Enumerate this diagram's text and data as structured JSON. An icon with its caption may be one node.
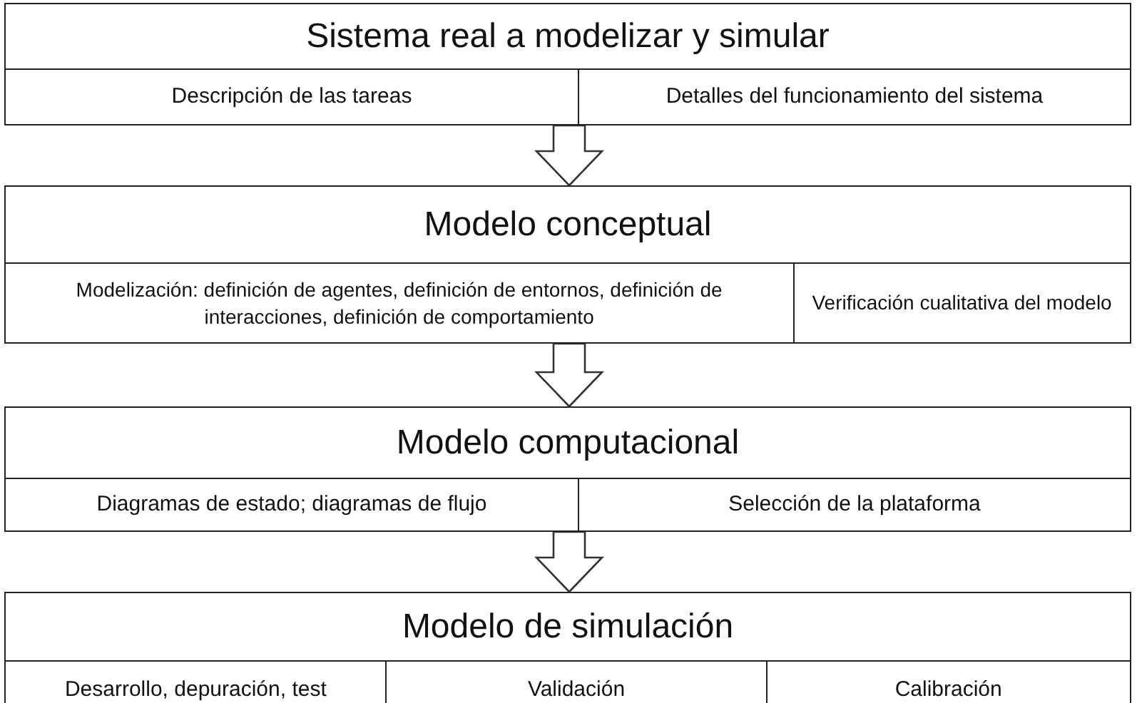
{
  "diagram": {
    "nodes": [
      {
        "text": [
          "Sistema real a modelizar y simular"
        ]
      },
      {
        "text": [
          "Descripción de las tareas"
        ],
        "in": 0
      },
      {
        "text": [
          "Detalles del funcionamiento del sistema"
        ],
        "in": 0
      },
      {
        "text": [
          "Modelo conceptual"
        ]
      },
      {
        "text": [
          "Modelización: definición de agentes, definición de entornos, definición de interacciones, definición de comportamiento"
        ],
        "in": 3
      },
      {
        "text": [
          "Verificación cualitativa del modelo"
        ],
        "in": 3
      },
      {
        "text": [
          "Modelo computacional"
        ]
      },
      {
        "text": [
          "Diagramas de estado; diagramas de flujo"
        ],
        "in": 6
      },
      {
        "text": [
          "Selección de la plataforma"
        ],
        "in": 6
      },
      {
        "text": [
          "Modelo de simulación"
        ]
      },
      {
        "text": [
          "Desarrollo, depuración, test"
        ],
        "in": 9
      },
      {
        "text": [
          "Validación"
        ],
        "in": 9
      },
      {
        "text": [
          "Calibración"
        ],
        "in": 9
      }
    ],
    "edges": [
      {
        "from": 0,
        "to": 3,
        "arrow": "to"
      },
      {
        "from": 3,
        "to": 6,
        "arrow": "to"
      },
      {
        "from": 6,
        "to": 9,
        "arrow": "to"
      }
    ]
  }
}
